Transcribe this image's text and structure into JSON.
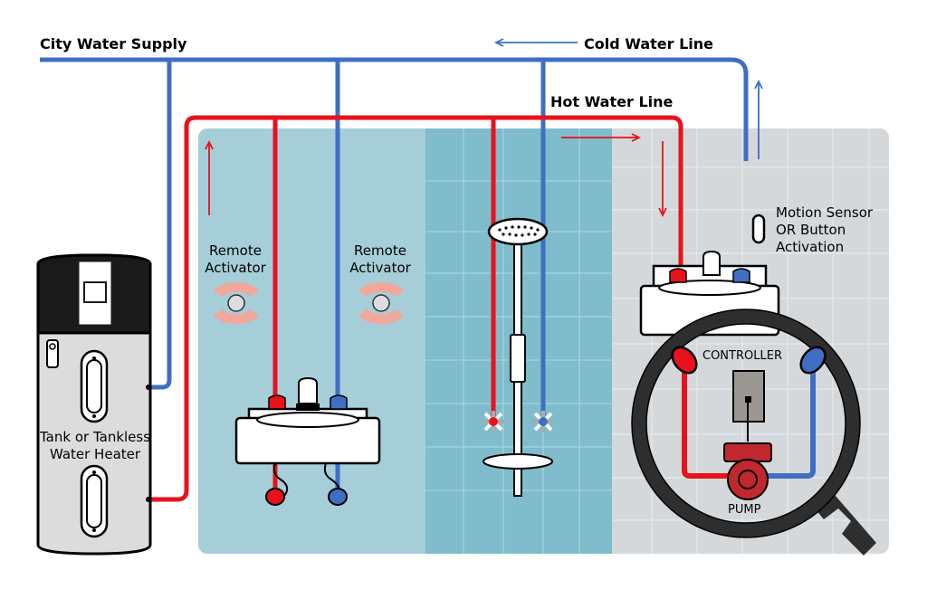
{
  "labels": {
    "city_water_supply": "City Water Supply",
    "cold_water_line": "Cold Water Line",
    "hot_water_line": "Hot Water Line",
    "remote_activator_1": [
      "Remote",
      "Activator"
    ],
    "remote_activator_2": [
      "Remote",
      "Activator"
    ],
    "motion_sensor": [
      "Motion Sensor",
      "OR Button",
      "Activation"
    ],
    "controller": "CONTROLLER",
    "pump": "PUMP",
    "water_heater": [
      "Tank or Tankless",
      "Water Heater"
    ]
  },
  "colors": {
    "hot": "#e8121c",
    "cold": "#3f6fc4",
    "room1": "#a6ced9",
    "room2": "#7fbccc",
    "room3": "#d4d8db",
    "heater_body": "#dcdcdc",
    "heater_top": "#1a1a1a",
    "ring": "#2e2e2e"
  },
  "icons": {
    "activator": "remote-activator-icon",
    "sensor": "motion-sensor-icon",
    "shower": "shower-head-icon",
    "sink": "sink-icon",
    "pump": "pump-icon"
  }
}
